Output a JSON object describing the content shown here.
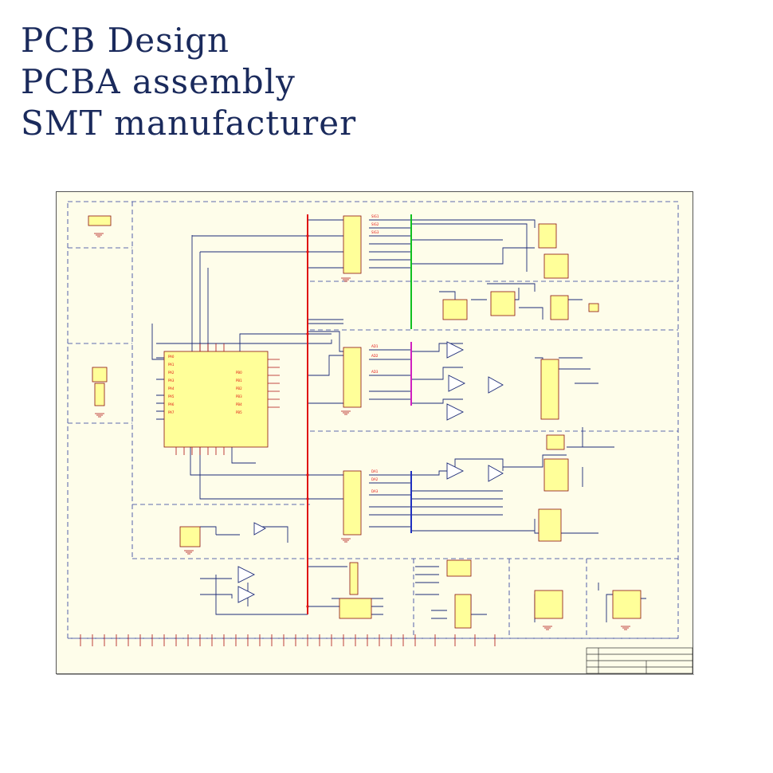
{
  "headlines": {
    "line1": "PCB Design",
    "line2": "PCBA assembly",
    "line3": "SMT manufacturer"
  },
  "colors": {
    "headline": "#1a2a5c",
    "sheet_background": "#fefdea",
    "wire": "#1c2a78",
    "bus_red": "#e01010",
    "bus_green": "#10c020",
    "bus_magenta": "#d020c0",
    "bus_blue": "#2030c0",
    "component_fill": "#ffff99",
    "component_outline": "#8a1010",
    "dashed_border": "#2a3a9a"
  }
}
